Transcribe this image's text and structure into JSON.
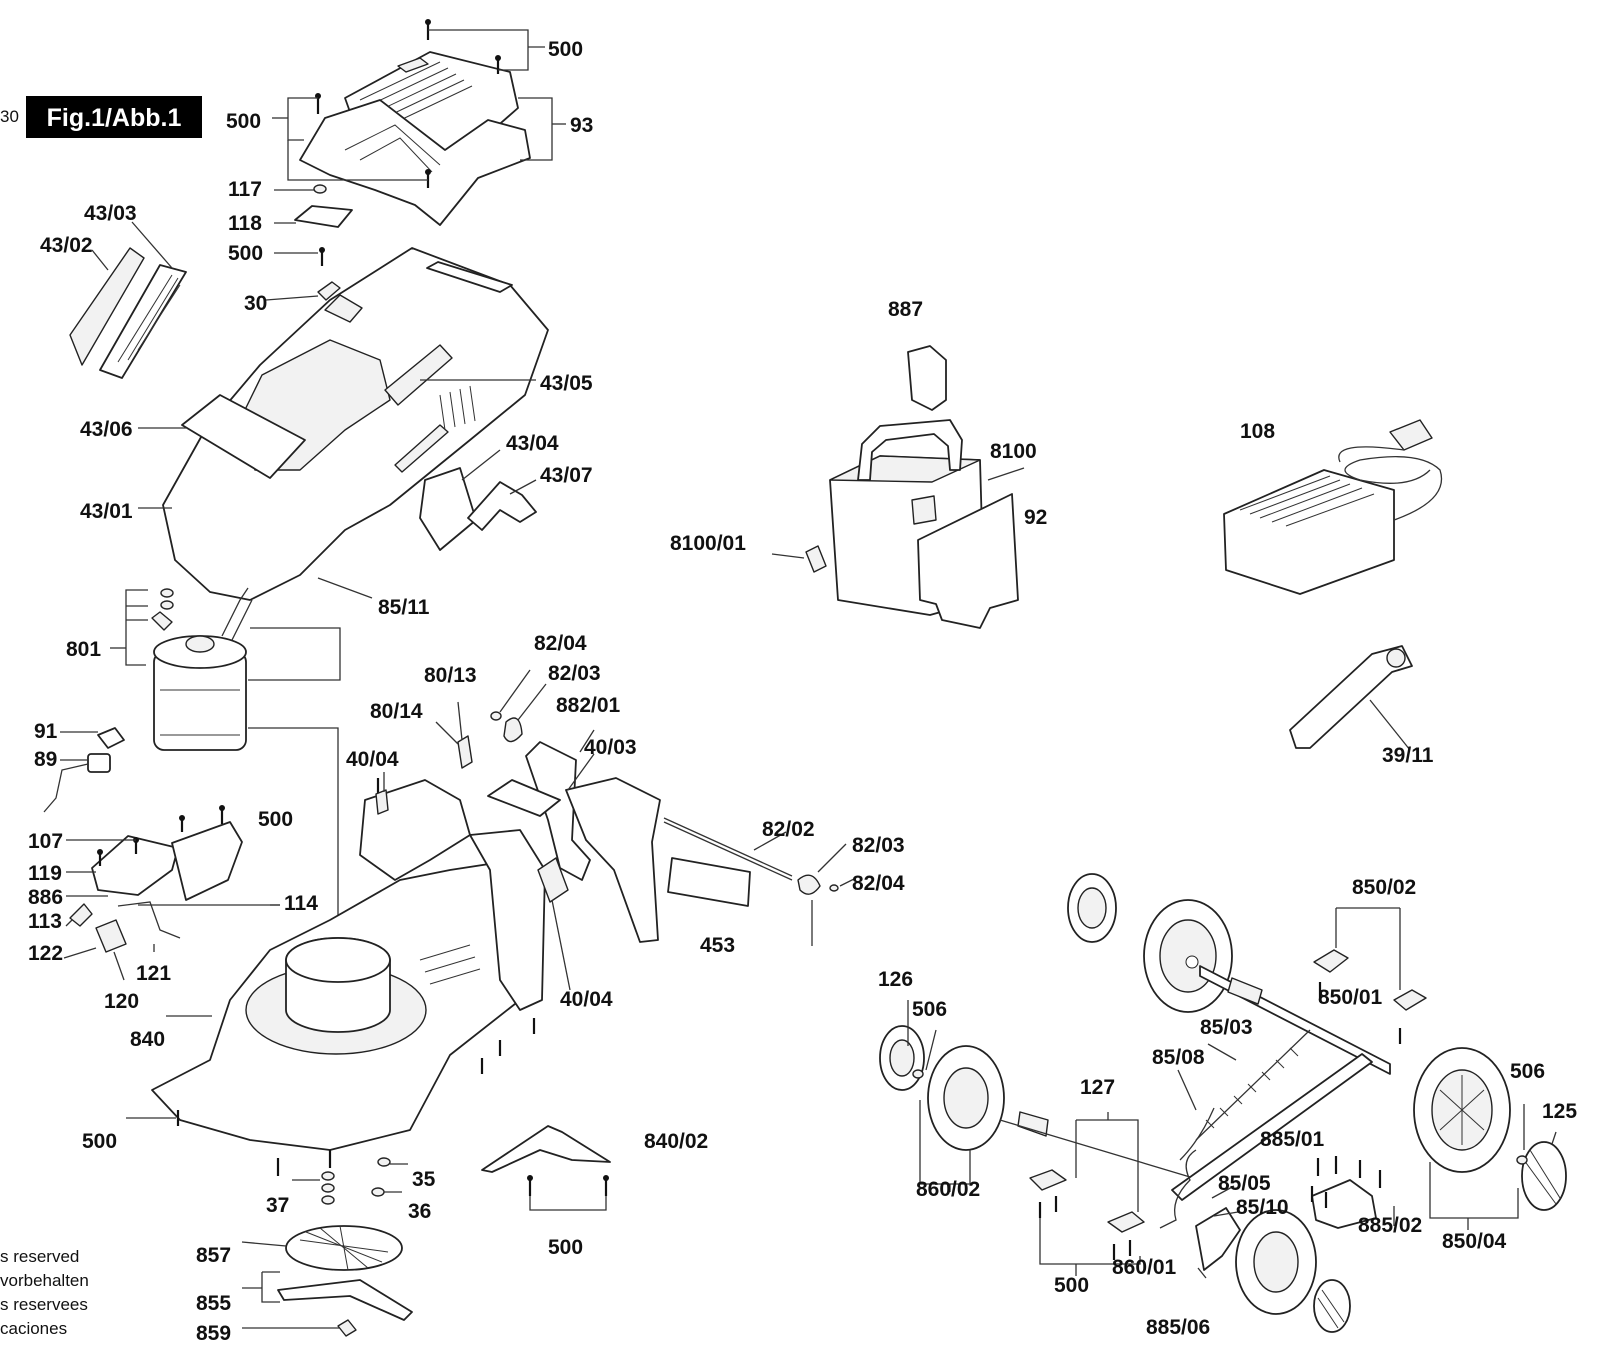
{
  "page_ref": "30",
  "figure_title": "Fig.1/Abb.1",
  "reserved_notes": [
    "s reserved",
    "vorbehalten",
    "s reservees",
    "caciones"
  ],
  "part_labels": {
    "p500a": "500",
    "p93": "93",
    "p500b": "500",
    "p117": "117",
    "p118": "118",
    "p500c": "500",
    "p30": "30",
    "p4303": "43/03",
    "p4302": "43/02",
    "p4305": "43/05",
    "p4306": "43/06",
    "p4304": "43/04",
    "p4307": "43/07",
    "p4301": "43/01",
    "p8511": "85/11",
    "p801": "801",
    "p887": "887",
    "p8100": "8100",
    "p92": "92",
    "p810001": "8100/01",
    "p108": "108",
    "p3911": "39/11",
    "p8204a": "82/04",
    "p8203a": "82/03",
    "p8013": "80/13",
    "p88201": "882/01",
    "p8014": "80/14",
    "p4004a": "40/04",
    "p4003": "40/03",
    "p91": "91",
    "p89": "89",
    "p500d": "500",
    "p107": "107",
    "p119": "119",
    "p886": "886",
    "p114": "114",
    "p113": "113",
    "p122": "122",
    "p121": "121",
    "p120": "120",
    "p8202": "82/02",
    "p8203b": "82/03",
    "p8204b": "82/04",
    "p453": "453",
    "p4004b": "40/04",
    "p840": "840",
    "p500e": "500",
    "p35": "35",
    "p37": "37",
    "p36": "36",
    "p84002": "840/02",
    "p500f": "500",
    "p857": "857",
    "p855": "855",
    "p859": "859",
    "p85002a": "850/02",
    "p85001": "850/01",
    "p126": "126",
    "p506a": "506",
    "p8503": "85/03",
    "p8508": "85/08",
    "p127": "127",
    "p506b": "506",
    "p125": "125",
    "p88501": "885/01",
    "p8505": "85/05",
    "p8510": "85/10",
    "p86002": "860/02",
    "p88502": "885/02",
    "p85004": "850/04",
    "p500g": "500",
    "p86001": "860/01",
    "p88506": "885/06"
  }
}
